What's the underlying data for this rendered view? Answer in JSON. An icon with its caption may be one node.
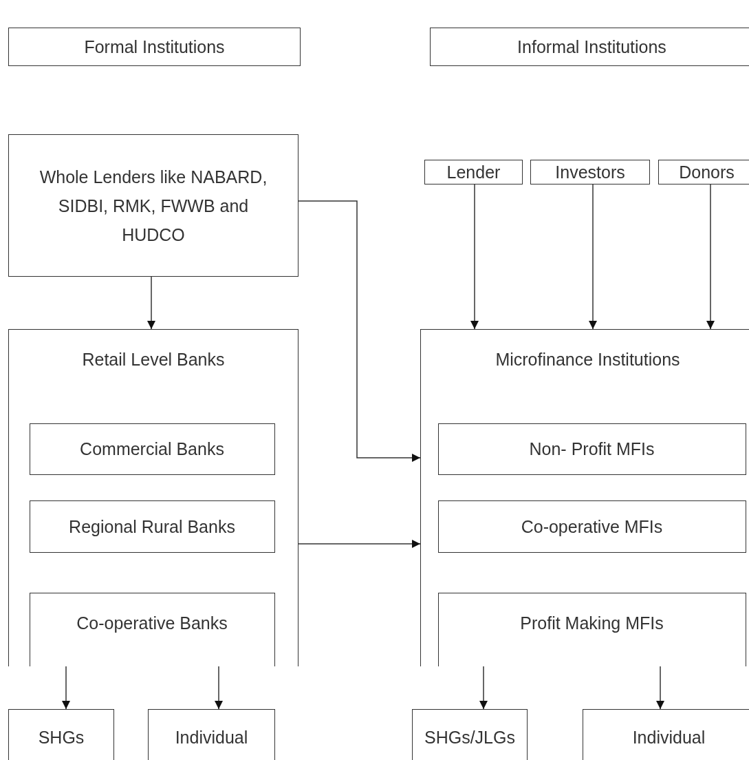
{
  "diagram": {
    "nodes": [
      {
        "text": [
          "Formal Institutions"
        ]
      },
      {
        "text": [
          "Informal Institutions"
        ]
      },
      {
        "text": [
          "Whole Lenders like NABARD, SIDBI, RMK, FWWB and HUDCO"
        ]
      },
      {
        "text": [
          "Lender"
        ]
      },
      {
        "text": [
          "Investors"
        ]
      },
      {
        "text": [
          "Donors"
        ]
      },
      {
        "text": [
          "Retail Level Banks"
        ]
      },
      {
        "text": [
          "Commercial Banks"
        ],
        "in": 6
      },
      {
        "text": [
          "Regional Rural Banks"
        ],
        "in": 6
      },
      {
        "text": [
          "Co-operative Banks"
        ],
        "in": 6
      },
      {
        "text": [
          "Microfinance Institutions"
        ]
      },
      {
        "text": [
          "Non- Profit MFIs"
        ],
        "in": 10
      },
      {
        "text": [
          "Co-operative MFIs"
        ],
        "in": 10
      },
      {
        "text": [
          "Profit Making MFIs"
        ],
        "in": 10
      },
      {
        "text": [
          "SHGs"
        ]
      },
      {
        "text": [
          "Individual"
        ]
      },
      {
        "text": [
          "SHGs/JLGs"
        ]
      },
      {
        "text": [
          "Individual"
        ]
      }
    ],
    "edges": [
      {
        "from": 2,
        "to": 6,
        "arrow": "to"
      },
      {
        "from": 2,
        "to": 10,
        "arrow": "to"
      },
      {
        "from": 3,
        "to": 10,
        "arrow": "to"
      },
      {
        "from": 4,
        "to": 10,
        "arrow": "to"
      },
      {
        "from": 5,
        "to": 10,
        "arrow": "to"
      },
      {
        "from": 6,
        "to": 10,
        "arrow": "to"
      },
      {
        "from": 9,
        "to": 14,
        "arrow": "to"
      },
      {
        "from": 9,
        "to": 15,
        "arrow": "to"
      },
      {
        "from": 13,
        "to": 16,
        "arrow": "to"
      },
      {
        "from": 13,
        "to": 17,
        "arrow": "to"
      }
    ]
  }
}
